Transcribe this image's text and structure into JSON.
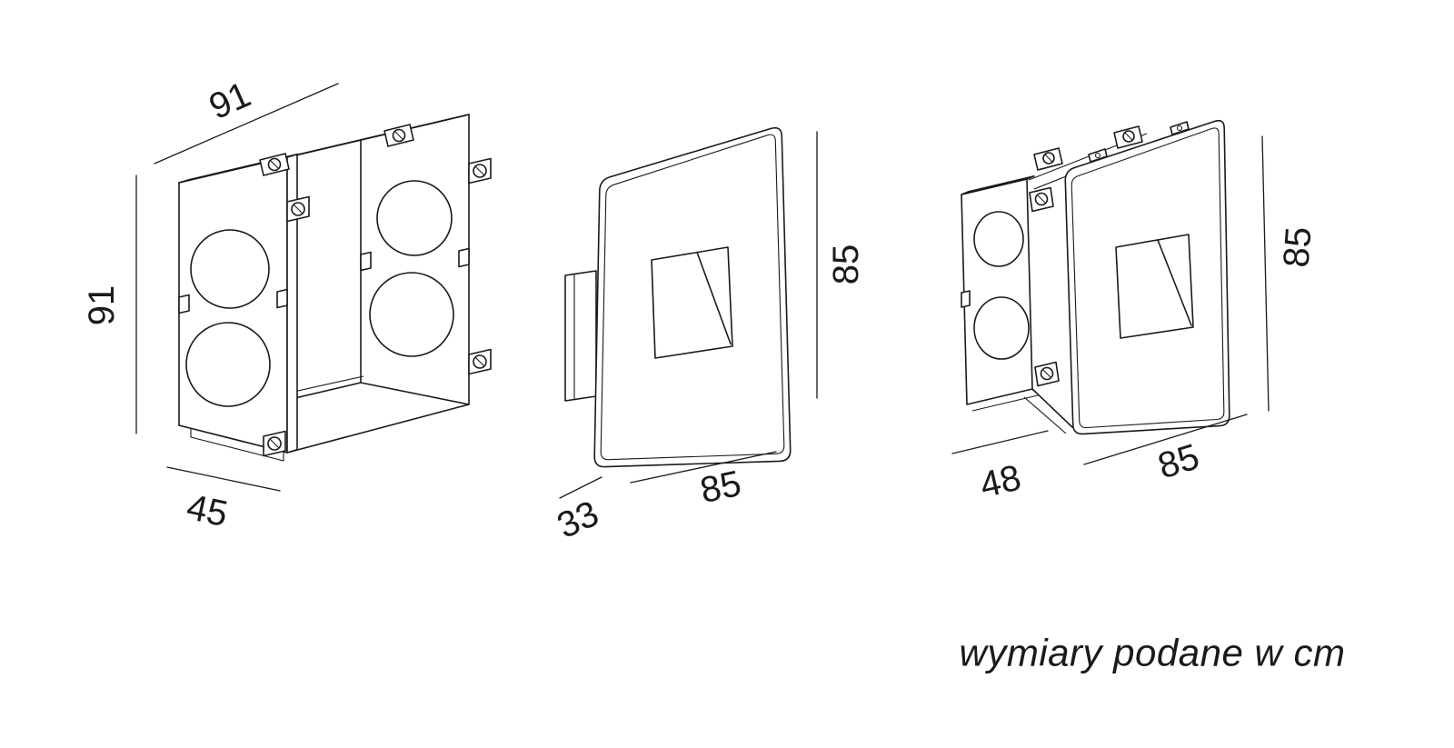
{
  "caption": "wymiary podane w cm",
  "colors": {
    "line": "#1a1a1a",
    "background": "#ffffff"
  },
  "views": {
    "box": {
      "dim_depth": "91",
      "dim_height": "91",
      "dim_width": "45"
    },
    "faceplate": {
      "dim_height": "85",
      "dim_width": "85",
      "dim_depth": "33"
    },
    "assembled": {
      "dim_height": "85",
      "dim_depth": "48",
      "dim_width": "85"
    }
  }
}
